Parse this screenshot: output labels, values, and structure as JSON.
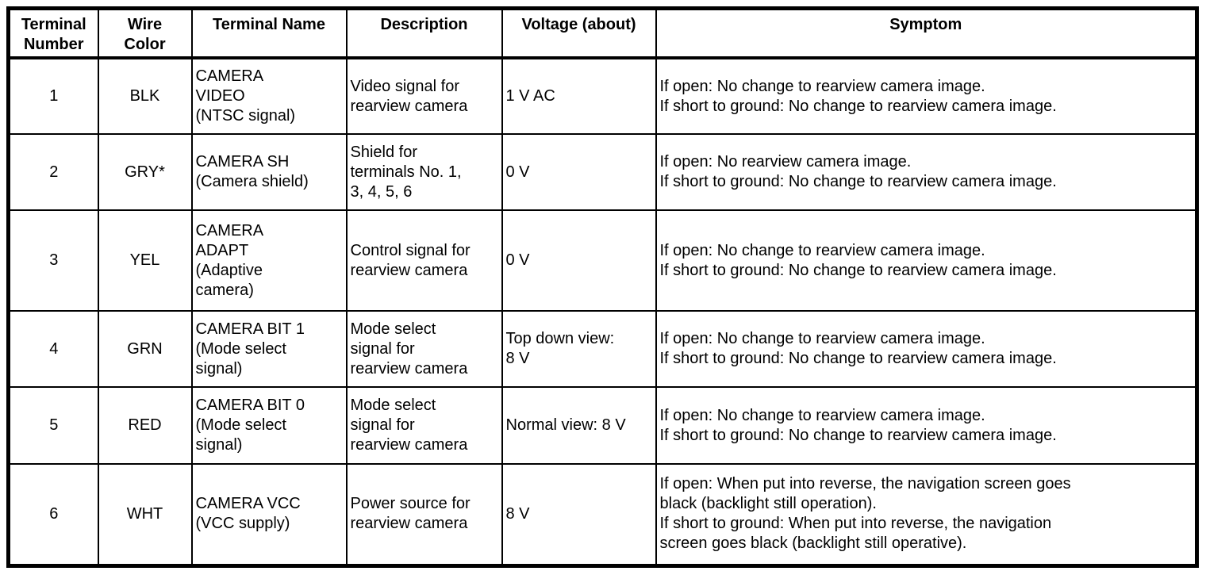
{
  "colors": {
    "border": "#000000",
    "text": "#000000",
    "background": "#ffffff"
  },
  "table": {
    "headers": {
      "terminal_number": "Terminal\nNumber",
      "wire_color": "Wire\nColor",
      "terminal_name": "Terminal Name",
      "description": "Description",
      "voltage": "Voltage (about)",
      "symptom": "Symptom"
    },
    "rows": [
      {
        "terminal_number": "1",
        "wire_color": "BLK",
        "terminal_name": "CAMERA\nVIDEO\n(NTSC signal)",
        "description": "Video signal for\nrearview camera",
        "voltage": "1 V AC",
        "symptom": "If open: No change to rearview camera image.\nIf short to ground: No change to rearview camera image."
      },
      {
        "terminal_number": "2",
        "wire_color": "GRY*",
        "terminal_name": "CAMERA SH\n(Camera shield)",
        "description": "Shield for\nterminals No. 1,\n3, 4, 5, 6",
        "voltage": "0 V",
        "symptom": "If open: No rearview camera image.\nIf short to ground: No change to rearview camera image."
      },
      {
        "terminal_number": "3",
        "wire_color": "YEL",
        "terminal_name": "CAMERA\nADAPT\n(Adaptive\ncamera)",
        "description": "Control signal for\nrearview camera",
        "voltage": "0 V",
        "symptom": "If open: No change to rearview camera image.\nIf short to ground: No change to rearview camera image."
      },
      {
        "terminal_number": "4",
        "wire_color": "GRN",
        "terminal_name": "CAMERA BIT 1\n(Mode select\nsignal)",
        "description": "Mode select\nsignal for\nrearview camera",
        "voltage": "Top down view:\n8 V",
        "symptom": "If open: No change to rearview camera image.\nIf short to ground: No change to rearview camera image."
      },
      {
        "terminal_number": "5",
        "wire_color": "RED",
        "terminal_name": "CAMERA BIT 0\n(Mode select\nsignal)",
        "description": "Mode select\nsignal for\nrearview camera",
        "voltage": "Normal view: 8 V",
        "symptom": "If open: No change to rearview camera image.\nIf short to ground: No change to rearview camera image."
      },
      {
        "terminal_number": "6",
        "wire_color": "WHT",
        "terminal_name": "CAMERA VCC\n(VCC supply)",
        "description": "Power source for\nrearview camera",
        "voltage": "8 V",
        "symptom": "If open: When put into reverse, the navigation screen goes\nblack (backlight still operation).\nIf short to ground: When put into reverse, the navigation\nscreen goes black (backlight still operative)."
      }
    ]
  }
}
